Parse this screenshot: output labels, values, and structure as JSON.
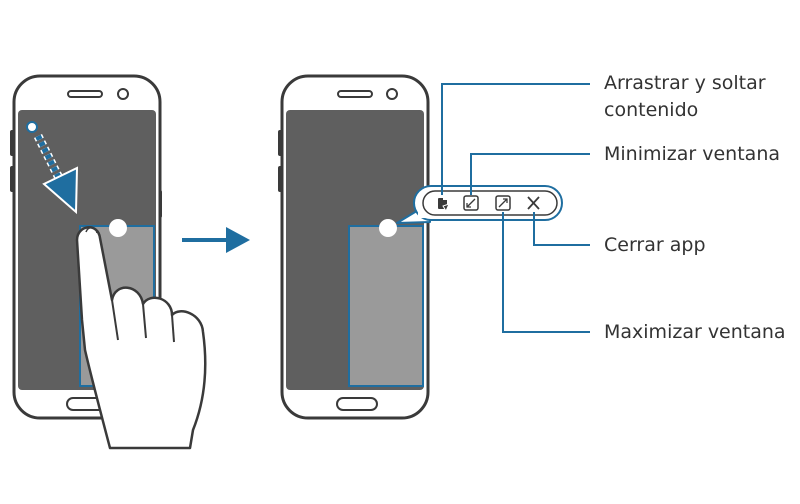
{
  "colors": {
    "accent": "#1f6ea0",
    "screen": "#5f5f5f",
    "window": "#9a9a9a",
    "frame": "#ffffff",
    "outline": "#3a3a3a"
  },
  "icons": [
    "drag-drop-icon",
    "minimize-icon",
    "maximize-icon",
    "close-icon",
    "arrow-right-icon",
    "hand-icon"
  ],
  "callouts": {
    "drag_line1": "Arrastrar y soltar",
    "drag_line2": "contenido",
    "minimize": "Minimizar ventana",
    "close": "Cerrar app",
    "maximize": "Maximizar ventana"
  }
}
